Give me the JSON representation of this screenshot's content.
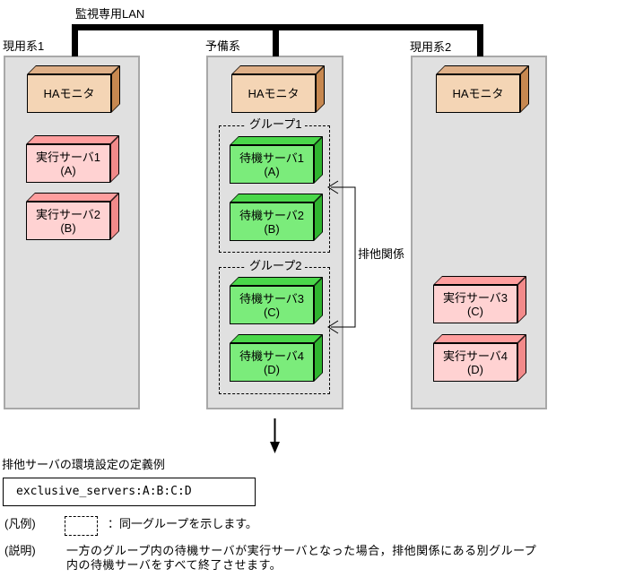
{
  "lan_label": "監視専用LAN",
  "columns": {
    "active1": {
      "label": "現用系1",
      "ha": "HAモニタ",
      "servers": [
        {
          "name": "実行サーバ1",
          "sub": "(A)"
        },
        {
          "name": "実行サーバ2",
          "sub": "(B)"
        }
      ]
    },
    "standby": {
      "label": "予備系",
      "ha": "HAモニタ",
      "groups": [
        {
          "label": "グループ1",
          "servers": [
            {
              "name": "待機サーバ1",
              "sub": "(A)"
            },
            {
              "name": "待機サーバ2",
              "sub": "(B)"
            }
          ]
        },
        {
          "label": "グループ2",
          "servers": [
            {
              "name": "待機サーバ3",
              "sub": "(C)"
            },
            {
              "name": "待機サーバ4",
              "sub": "(D)"
            }
          ]
        }
      ]
    },
    "active2": {
      "label": "現用系2",
      "ha": "HAモニタ",
      "servers": [
        {
          "name": "実行サーバ3",
          "sub": "(C)"
        },
        {
          "name": "実行サーバ4",
          "sub": "(D)"
        }
      ]
    }
  },
  "exclusion_label": "排他関係",
  "definition": {
    "title": "排他サーバの環境設定の定義例",
    "code": "exclusive_servers:A:B:C:D"
  },
  "legend": {
    "heading": "(凡例)",
    "text": "：同一グループを示します。"
  },
  "note": {
    "heading": "(説明)",
    "line1": "一方のグループ内の待機サーバが実行サーバとなった場合，排他関係にある別グループ",
    "line2": "内の待機サーバをすべて終了させます。"
  },
  "colors": {
    "panel": "#e0e0e0",
    "ha_front": "#f4d5b5",
    "ha_top": "#dfb088",
    "ha_side": "#c78850",
    "exec_front": "#ffd2d2",
    "exec_top": "#ff9e9e",
    "exec_side": "#f28a8a",
    "standby_front": "#7bec7b",
    "standby_top": "#4ad74a",
    "standby_side": "#2fb42f"
  }
}
